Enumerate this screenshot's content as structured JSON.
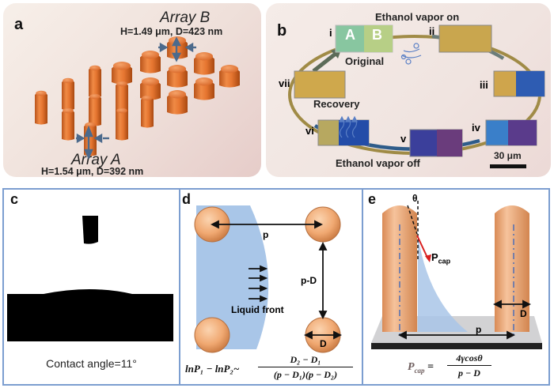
{
  "panel_a": {
    "label": "a",
    "array_b_title": "Array B",
    "array_b_params": "H=1.49 μm, D=423 nm",
    "array_a_title": "Array A",
    "array_a_params": "H=1.54 μm, D=392 nm"
  },
  "panel_b": {
    "label": "b",
    "top_caption": "Ethanol vapor on",
    "bottom_caption": "Ethanol vapor off",
    "original_label": "Original",
    "recovery_label": "Recovery",
    "region_a": "A",
    "region_b": "B",
    "scale_bar": "30 μm",
    "stages": [
      "i",
      "ii",
      "iii",
      "iv",
      "v",
      "vi",
      "vii"
    ]
  },
  "panel_c": {
    "label": "c",
    "caption": "Contact angle=11°"
  },
  "panel_d": {
    "label": "d",
    "pitch_label": "p",
    "gap_label": "p-D",
    "diameter_label": "D",
    "liquid_front_label": "Liquid front",
    "equation_lhs": "lnP₁ − lnP₂~",
    "equation_num": "D₂ − D₁",
    "equation_den": "(p − D₁)(p − D₂)"
  },
  "panel_e": {
    "label": "e",
    "theta_label": "θ",
    "pcap_label": "P",
    "pcap_sub": "cap",
    "diameter_label": "D",
    "pitch_label": "p",
    "equation_lhs": "P",
    "equation_lhs_sub": "cap",
    "equation_num": "4γcosθ",
    "equation_den": "p − D"
  },
  "colors": {
    "pillar": "#e07a3a",
    "frame": "#7c9ed0",
    "liquid": "#a9c6e8",
    "arrow_red": "#d81e1e"
  }
}
